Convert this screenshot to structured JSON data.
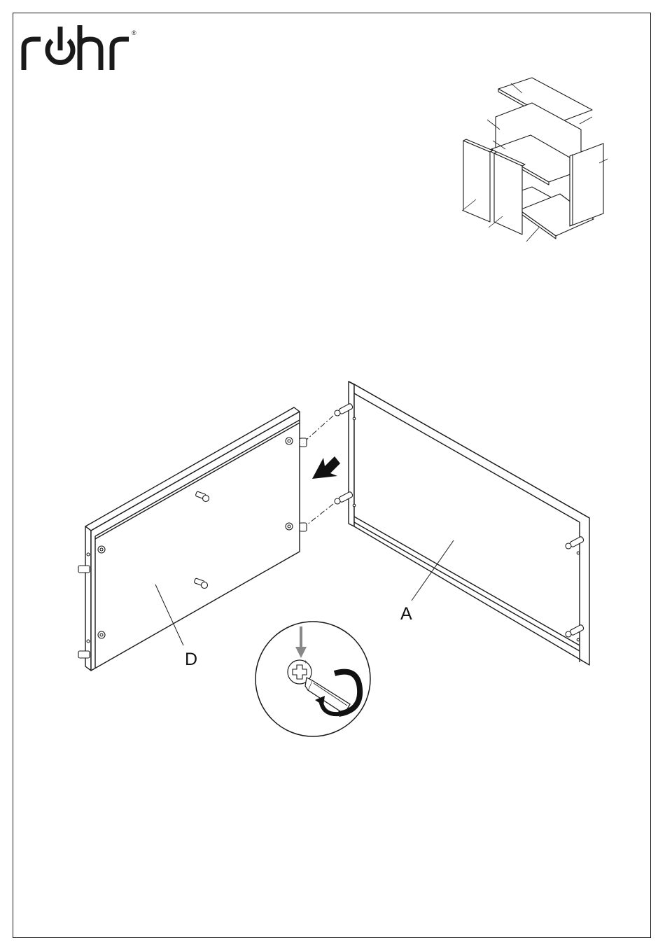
{
  "brand": {
    "name": "röhr",
    "registered_mark": "®"
  },
  "parts": {
    "panel_d_label": "D",
    "panel_a_label": "A"
  },
  "icons": {
    "logo": "rohr-logo",
    "assembly_arrow": "arrow-icon",
    "screwdriver_detail": "screwdriver-icon",
    "rotate": "rotate-clockwise-icon"
  },
  "colors": {
    "line": "#1a1a1a",
    "arrow": "#111111",
    "press_arrow": "#888888"
  }
}
